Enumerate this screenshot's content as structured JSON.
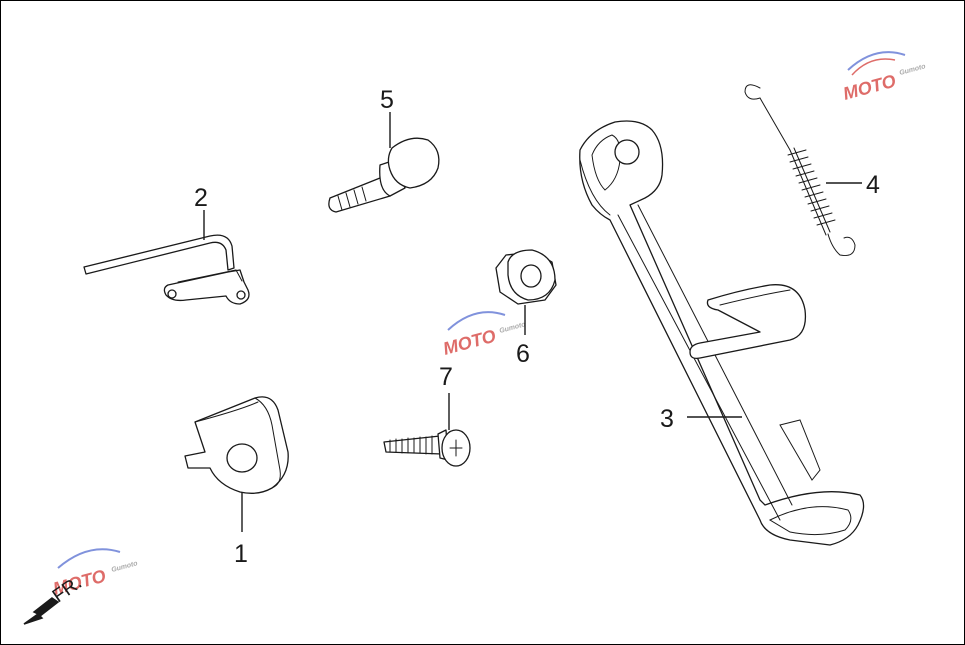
{
  "diagram": {
    "labels": [
      {
        "id": "1",
        "text": "1"
      },
      {
        "id": "2",
        "text": "2"
      },
      {
        "id": "3",
        "text": "3"
      },
      {
        "id": "4",
        "text": "4"
      },
      {
        "id": "5",
        "text": "5"
      },
      {
        "id": "6",
        "text": "6"
      },
      {
        "id": "7",
        "text": "7"
      }
    ],
    "direction": {
      "text": "FR."
    },
    "watermark": {
      "text": "MOTO",
      "small": "Gumoto",
      "colors": {
        "red": "#d9534f",
        "blue": "#6b7fd6",
        "gray": "#9a9a9a"
      }
    }
  }
}
